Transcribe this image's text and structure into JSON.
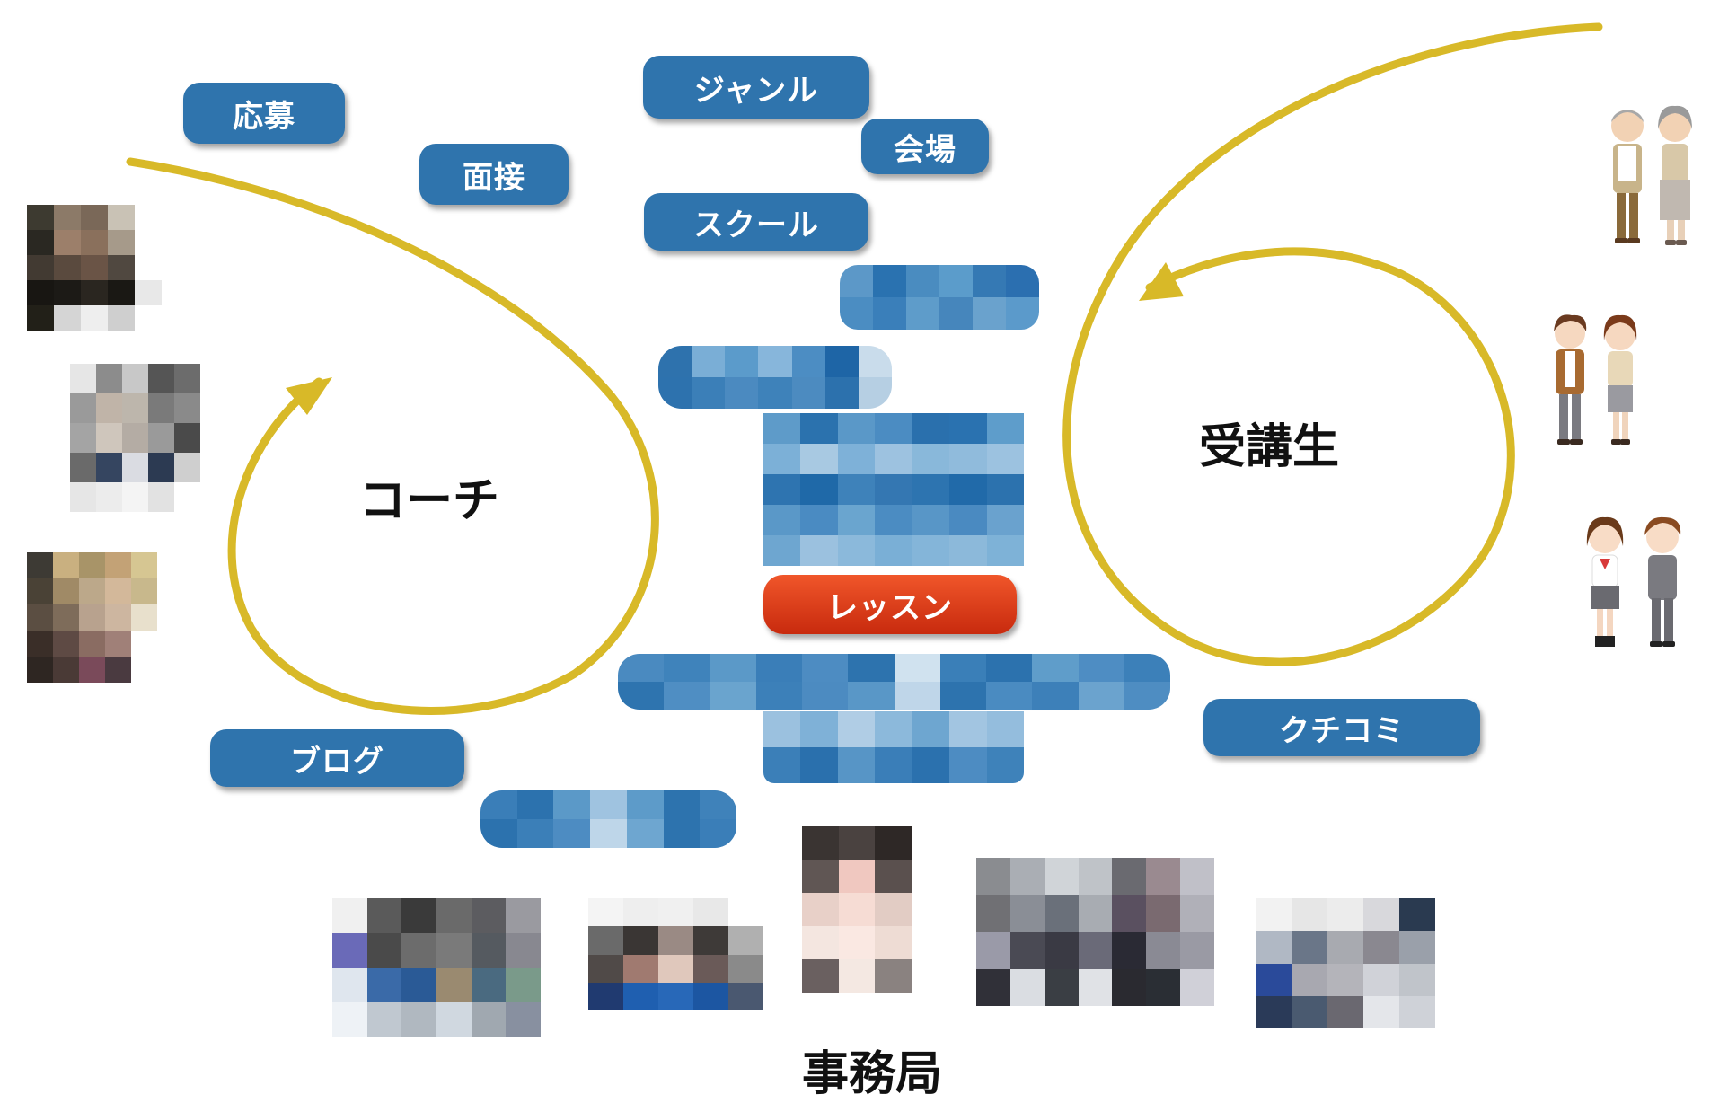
{
  "tags": {
    "oubo": "応募",
    "mensetsu": "面接",
    "genre": "ジャンル",
    "kaijo": "会場",
    "school": "スクール",
    "lesson": "レッスン",
    "blog": "ブログ",
    "kuchikomi": "クチコミ"
  },
  "labels": {
    "coach": "コーチ",
    "students": "受講生",
    "office": "事務局"
  },
  "colors": {
    "tag_blue": "#2f74ad",
    "lesson_red": "#e0401c",
    "arrow_gold": "#d8b928"
  },
  "icons": {
    "students_group_1": "elderly-couple-icon",
    "students_group_2": "adult-couple-icon",
    "students_group_3": "school-students-icon"
  }
}
